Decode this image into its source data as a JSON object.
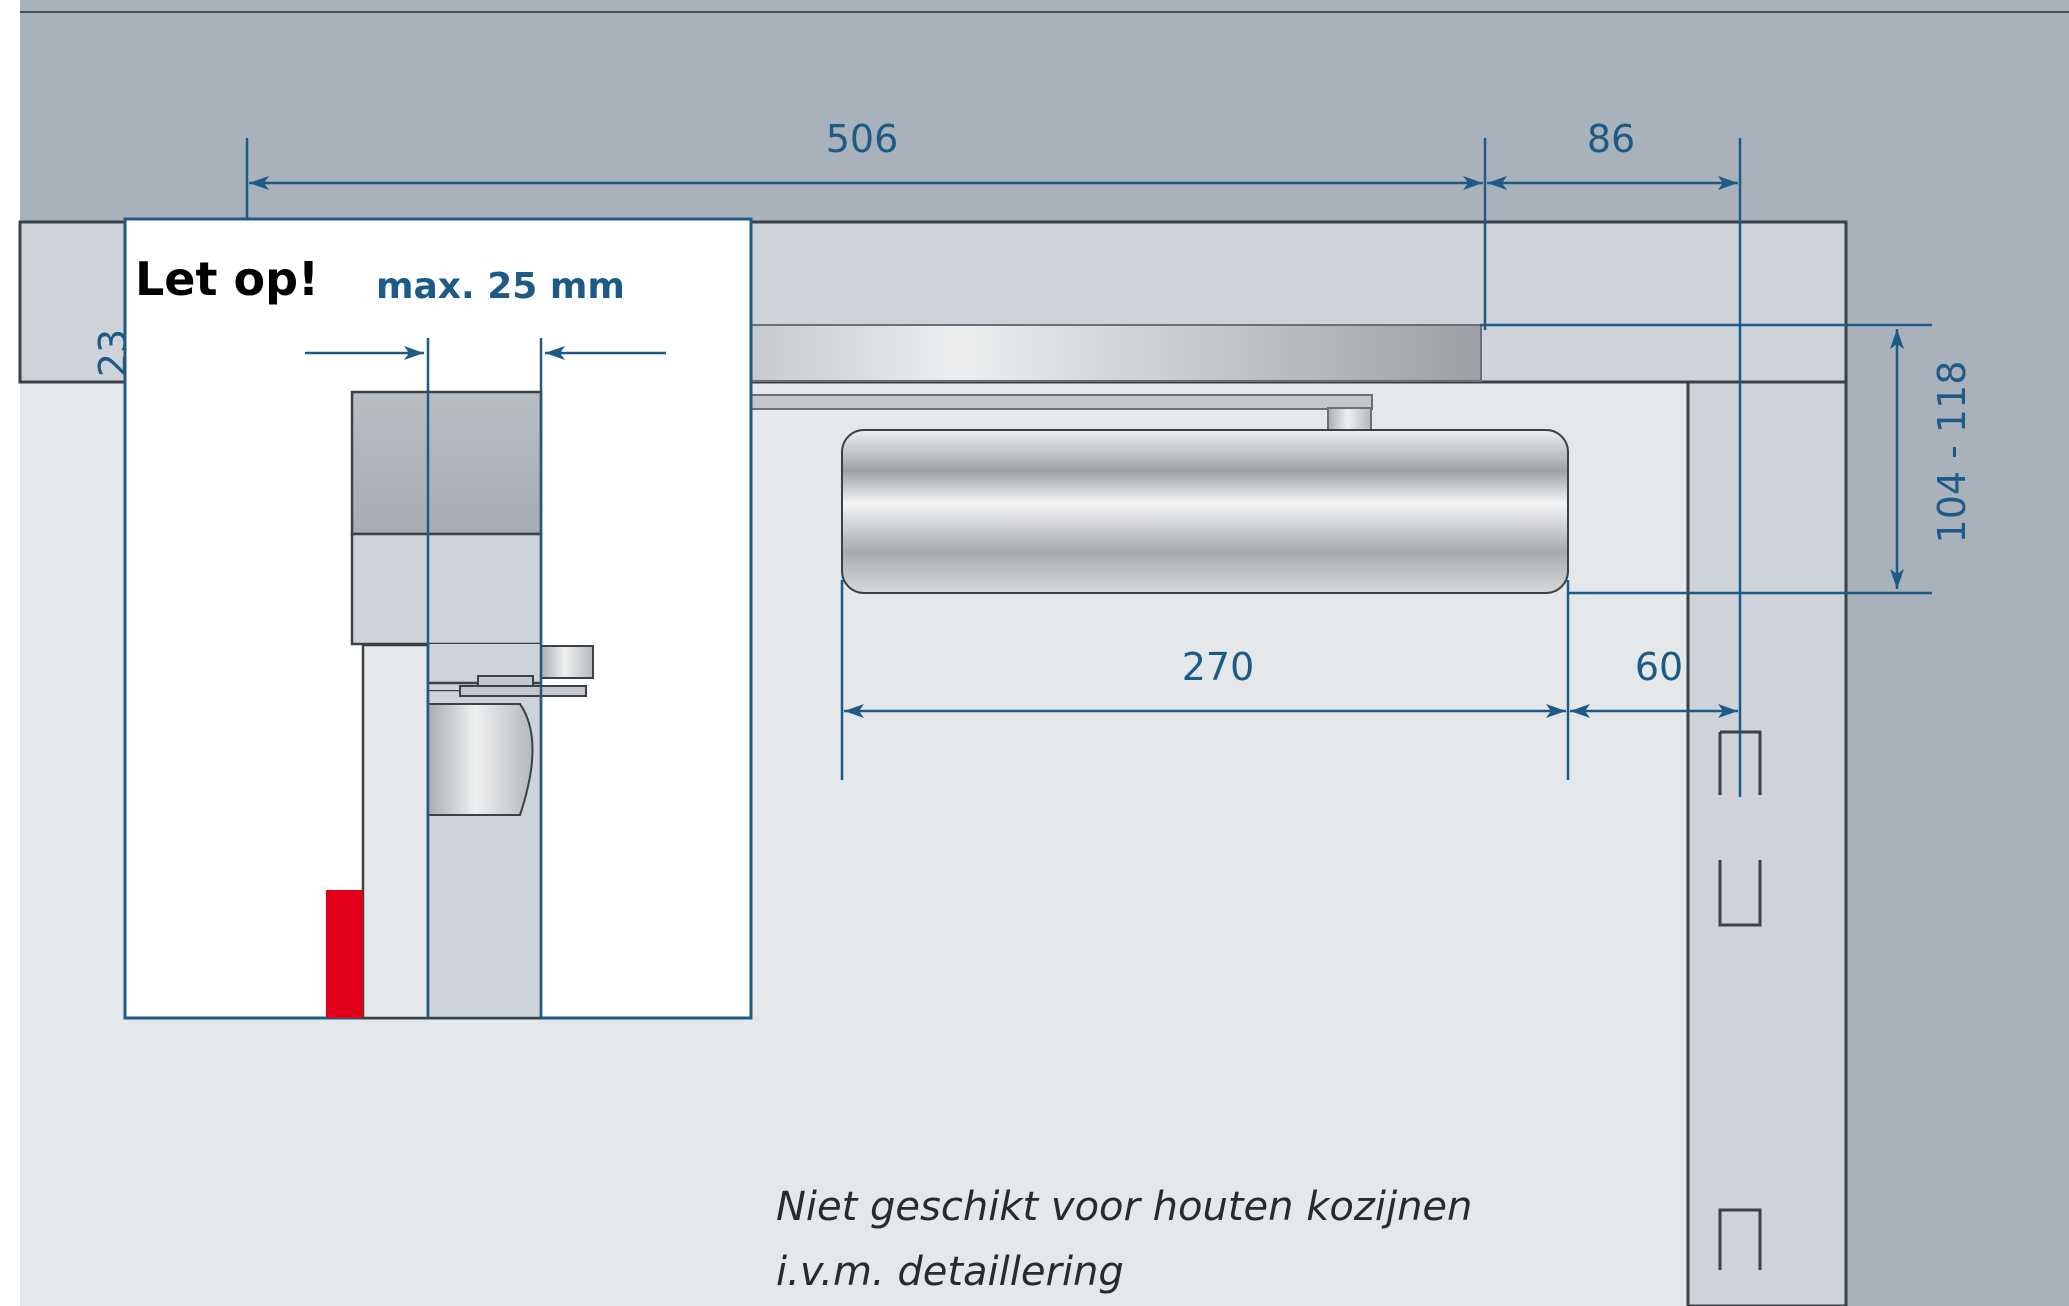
{
  "dimensions": {
    "top_left": "506",
    "top_right": "86",
    "left_vertical": "23",
    "right_vertical": "104 - 118",
    "bottom_left": "270",
    "bottom_right": "60"
  },
  "callout": {
    "title": "Let op!",
    "subtitle": "max. 25 mm"
  },
  "note": {
    "line1": "Niet geschikt voor houten kozijnen",
    "line2": "i.v.m. detaillering"
  },
  "colors": {
    "dimension_line": "#1e5a86",
    "wall": "#a9b2bb",
    "frame": "#cdd3d8",
    "door": "#e4e8eb",
    "accent_red": "#e2001a"
  }
}
